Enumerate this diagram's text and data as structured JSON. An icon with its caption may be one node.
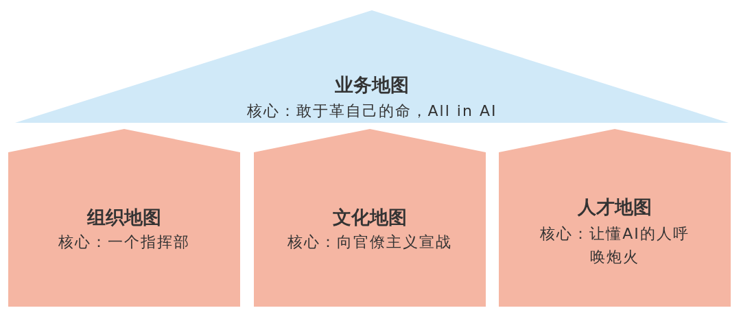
{
  "diagram": {
    "nodes": [
      {
        "text": [
          "业务地图",
          "核心：敢于革自己的命，All in AI"
        ]
      },
      {
        "text": [
          "组织地图",
          "核心：一个指挥部"
        ]
      },
      {
        "text": [
          "文化地图",
          "核心：向官僚主义宣战"
        ]
      },
      {
        "text": [
          "人才地图",
          "核心：让懂AI的人呼唤炮火"
        ]
      }
    ]
  }
}
